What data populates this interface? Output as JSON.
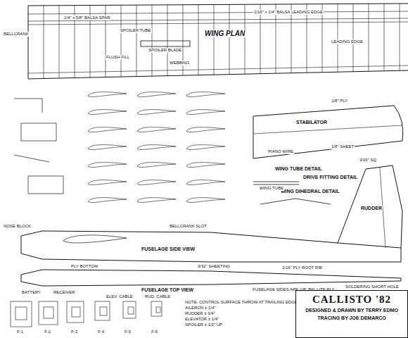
{
  "diagram": {
    "nodes": [
      {
        "text": [
          "CALLISTO '82",
          "DESIGNED & DRAWN BY TERRY EDMO",
          "TRACING BY JOE DEMARCO"
        ]
      }
    ],
    "labels": [
      "WING PLAN",
      "STABILATOR",
      "RUDDER",
      "FUSELAGE SIDE VIEW",
      "FUSELAGE TOP VIEW",
      "WING TUBE DETAIL",
      "DRIVE FITTING DETAIL",
      "WING DIHEDRAL DETAIL",
      "1/16\" x 1/4\" BALSA LEADING EDGE",
      "1/4\" x 5/8\" BALSA SPAR",
      "SPOILER BLADE",
      "SPOILER TUBE",
      "FLUSH FILL",
      "WEBBING",
      "LEADING EDGE",
      "1/8\" SHEET",
      "3/16\" SQ",
      "BELLCRANK",
      "BELLCRANK SLOT",
      "BATTERY",
      "RECEIVER",
      "3/32\" SHEETING",
      "ELEV. CABLE",
      "RUD. CABLE",
      "FUSELAGE SIDES ARE 1/8\" BIG LITE PLY",
      "1/16\" PLY ROOT RIB",
      "F-1",
      "F-2",
      "F-3",
      "F-4",
      "F-5",
      "F-6",
      "NOTE: CONTROL SURFACE THROW AT TRAILING EDGE",
      "AILERON ± 1/4\"",
      "RUDDER ± 3/4\"",
      "ELEVATOR ± 1/4\"",
      "SPOILER ± 1/2\" UP",
      "PLY BOTTOM",
      "SOLDERING SHORT HOLE",
      "PIANO WIRE",
      "WING TUBE",
      "NOSE BLOCK",
      "1/8\" PLY"
    ]
  }
}
